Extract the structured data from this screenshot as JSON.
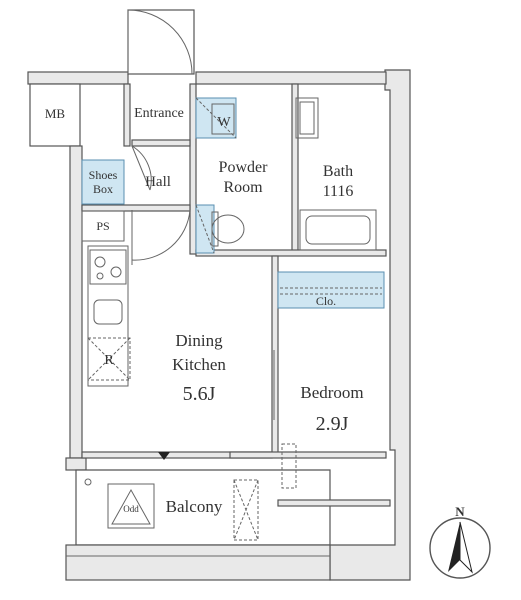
{
  "labels": {
    "mb": "MB",
    "entrance": "Entrance",
    "w": "W",
    "powder_room_line1": "Powder",
    "powder_room_line2": "Room",
    "bath_line1": "Bath",
    "bath_line2": "1116",
    "shoes_box_line1": "Shoes",
    "shoes_box_line2": "Box",
    "hall": "Hall",
    "ps": "PS",
    "r": "R",
    "clo": "Clo.",
    "dining_line1": "Dining",
    "dining_line2": "Kitchen",
    "dining_size": "5.6J",
    "bedroom": "Bedroom",
    "bedroom_size": "2.9J",
    "balcony": "Balcony",
    "odd": "Odd",
    "compass": "N"
  },
  "colors": {
    "wall_fill": "#e9e9e9",
    "line": "#555555",
    "fixture_blue": "#cfe6f2"
  }
}
